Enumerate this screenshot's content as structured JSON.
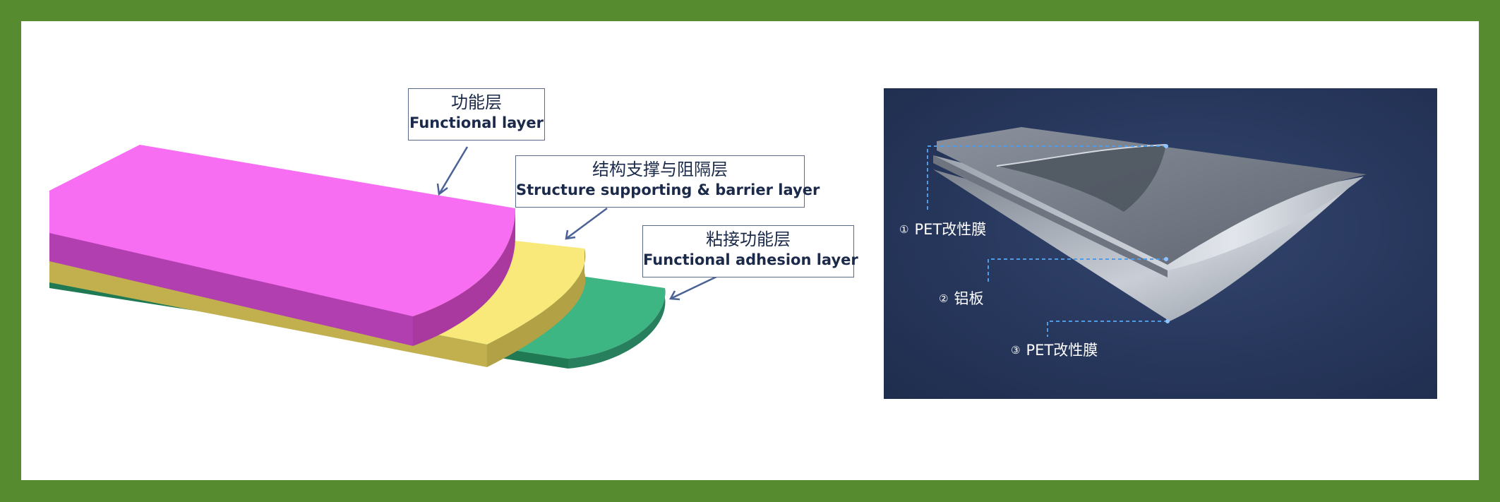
{
  "left_diagram": {
    "labels": {
      "functional": {
        "zh": "功能层",
        "en": "Functional layer"
      },
      "structure": {
        "zh": "结构支撑与阻隔层",
        "en": "Structure supporting & barrier layer"
      },
      "adhesion": {
        "zh": "粘接功能层",
        "en": "Functional adhesion layer"
      }
    },
    "colors": {
      "functional_top": "#f76ef2",
      "functional_side": "#b23fb0",
      "structure_top": "#f9e87a",
      "structure_side": "#c2b04f",
      "adhesion_top": "#3db684",
      "adhesion_side": "#1f7a54",
      "arrow": "#4a6296"
    }
  },
  "right_photo": {
    "labels": [
      {
        "num": "①",
        "text": "PET改性膜"
      },
      {
        "num": "②",
        "text": "铝板"
      },
      {
        "num": "③",
        "text": "PET改性膜"
      }
    ],
    "colors": {
      "background": "#27375c",
      "leader_line": "#4f9be6"
    }
  }
}
